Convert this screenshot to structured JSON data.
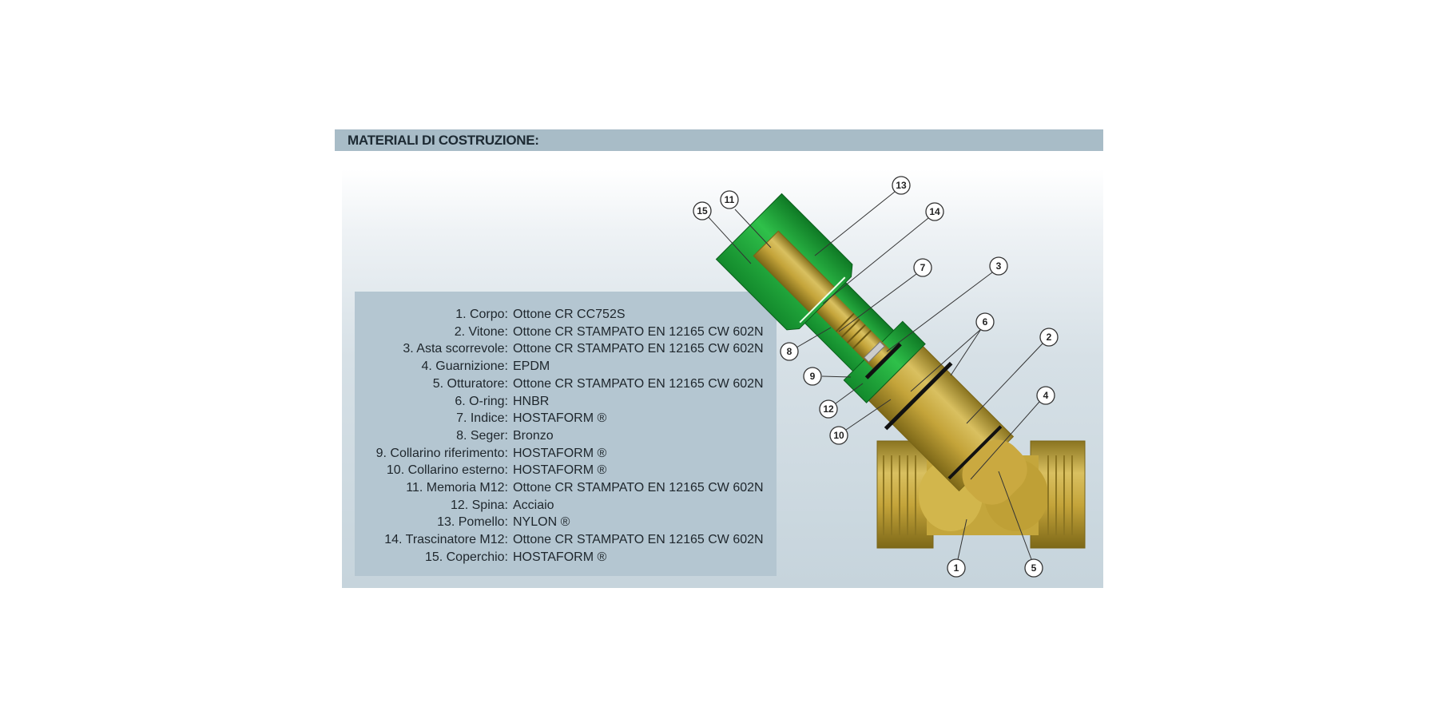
{
  "header": {
    "title": "MATERIALI DI COSTRUZIONE:"
  },
  "materials": [
    {
      "label": "1. Corpo:",
      "value": "Ottone CR CC752S"
    },
    {
      "label": "2. Vitone:",
      "value": "Ottone CR STAMPATO EN 12165 CW 602N"
    },
    {
      "label": "3. Asta scorrevole:",
      "value": "Ottone CR STAMPATO EN 12165 CW 602N"
    },
    {
      "label": "4. Guarnizione:",
      "value": "EPDM"
    },
    {
      "label": "5. Otturatore:",
      "value": "Ottone CR STAMPATO EN 12165 CW 602N"
    },
    {
      "label": "6. O-ring:",
      "value": "HNBR"
    },
    {
      "label": "7. Indice:",
      "value": "HOSTAFORM ®"
    },
    {
      "label": "8. Seger:",
      "value": "Bronzo"
    },
    {
      "label": "9. Collarino riferimento:",
      "value": "HOSTAFORM ®"
    },
    {
      "label": "10. Collarino esterno:",
      "value": "HOSTAFORM ®"
    },
    {
      "label": "11. Memoria M12:",
      "value": "Ottone CR STAMPATO EN 12165 CW 602N"
    },
    {
      "label": "12. Spina:",
      "value": "Acciaio"
    },
    {
      "label": "13. Pomello:",
      "value": "NYLON ®"
    },
    {
      "label": "14. Trascinatore M12:",
      "value": "Ottone CR STAMPATO EN 12165 CW 602N"
    },
    {
      "label": "15. Coperchio:",
      "value": "HOSTAFORM ®"
    }
  ],
  "callouts": [
    "1",
    "2",
    "3",
    "4",
    "5",
    "6",
    "7",
    "8",
    "9",
    "10",
    "11",
    "12",
    "13",
    "14",
    "15"
  ],
  "colors": {
    "header": "#a8bcc7",
    "legend": "#b4c6d1",
    "brass": "#c9a93a",
    "green": "#1fa83a"
  }
}
